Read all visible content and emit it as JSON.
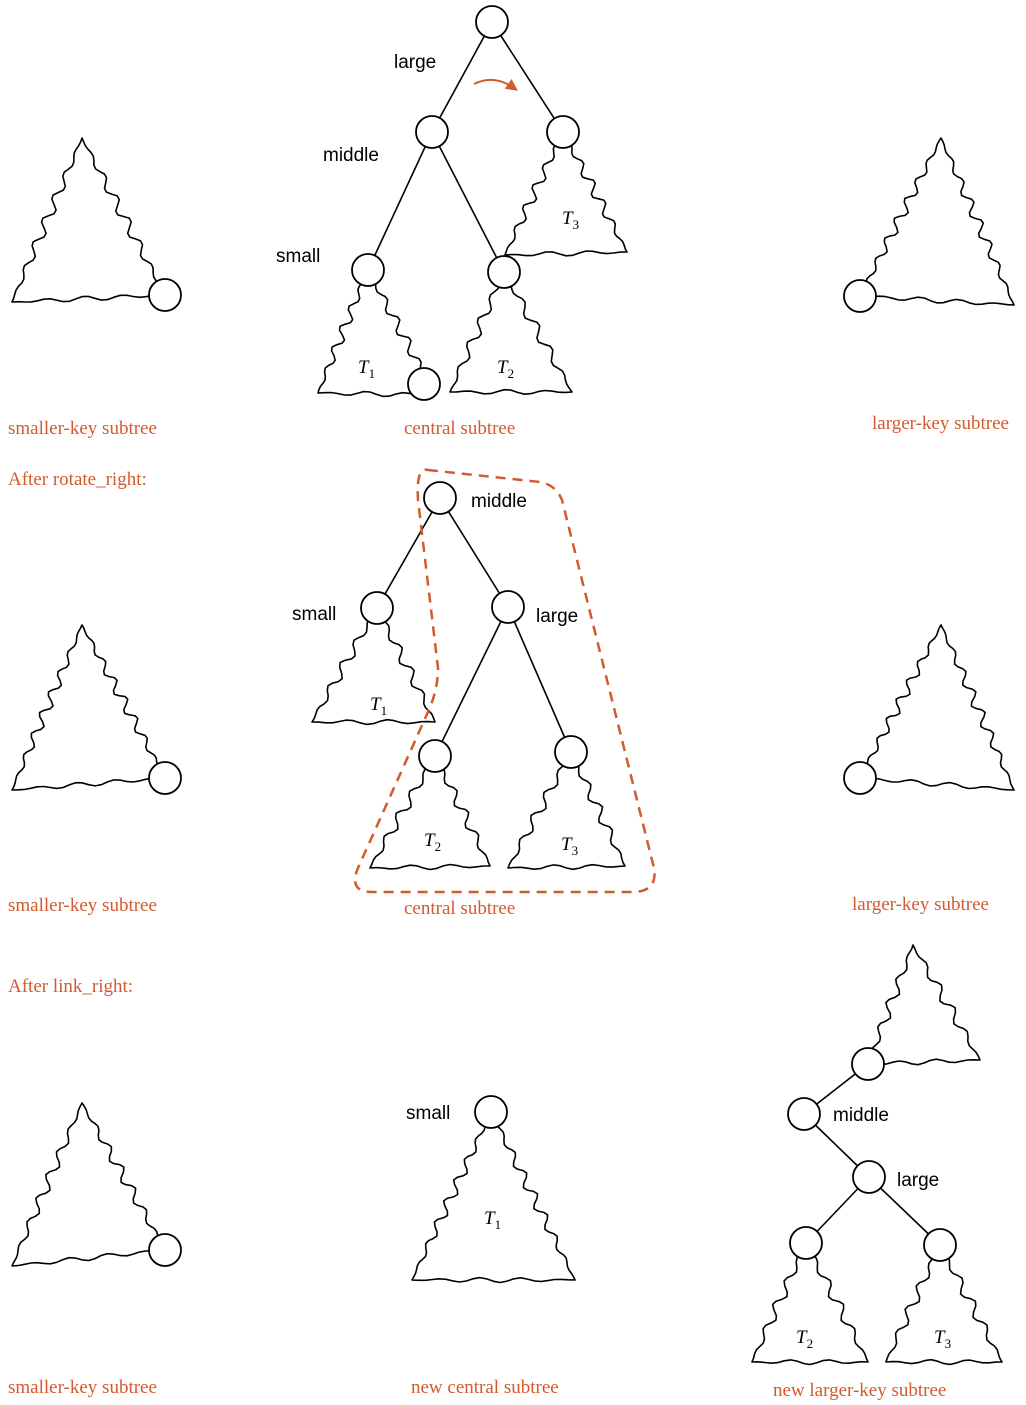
{
  "panel1": {
    "captions": {
      "smaller": "smaller-key subtree",
      "central": "central subtree",
      "larger": "larger-key subtree"
    },
    "nodes": {
      "large": "large",
      "middle": "middle",
      "small": "small"
    },
    "trees": {
      "t1": "T",
      "t1_sub": "1",
      "t2": "T",
      "t2_sub": "2",
      "t3": "T",
      "t3_sub": "3"
    }
  },
  "panel2": {
    "heading": "After rotate_right:",
    "captions": {
      "smaller": "smaller-key subtree",
      "central": "central subtree",
      "larger": "larger-key subtree"
    },
    "nodes": {
      "middle": "middle",
      "small": "small",
      "large": "large"
    },
    "trees": {
      "t1": "T",
      "t1_sub": "1",
      "t2": "T",
      "t2_sub": "2",
      "t3": "T",
      "t3_sub": "3"
    }
  },
  "panel3": {
    "heading": "After link_right:",
    "captions": {
      "smaller": "smaller-key subtree",
      "central": "new central subtree",
      "larger": "new larger-key subtree"
    },
    "nodes": {
      "small": "small",
      "middle": "middle",
      "large": "large"
    },
    "trees": {
      "t1": "T",
      "t1_sub": "1",
      "t2": "T",
      "t2_sub": "2",
      "t3": "T",
      "t3_sub": "3"
    }
  },
  "colors": {
    "accent": "#d35a2e",
    "ink": "#000000"
  }
}
